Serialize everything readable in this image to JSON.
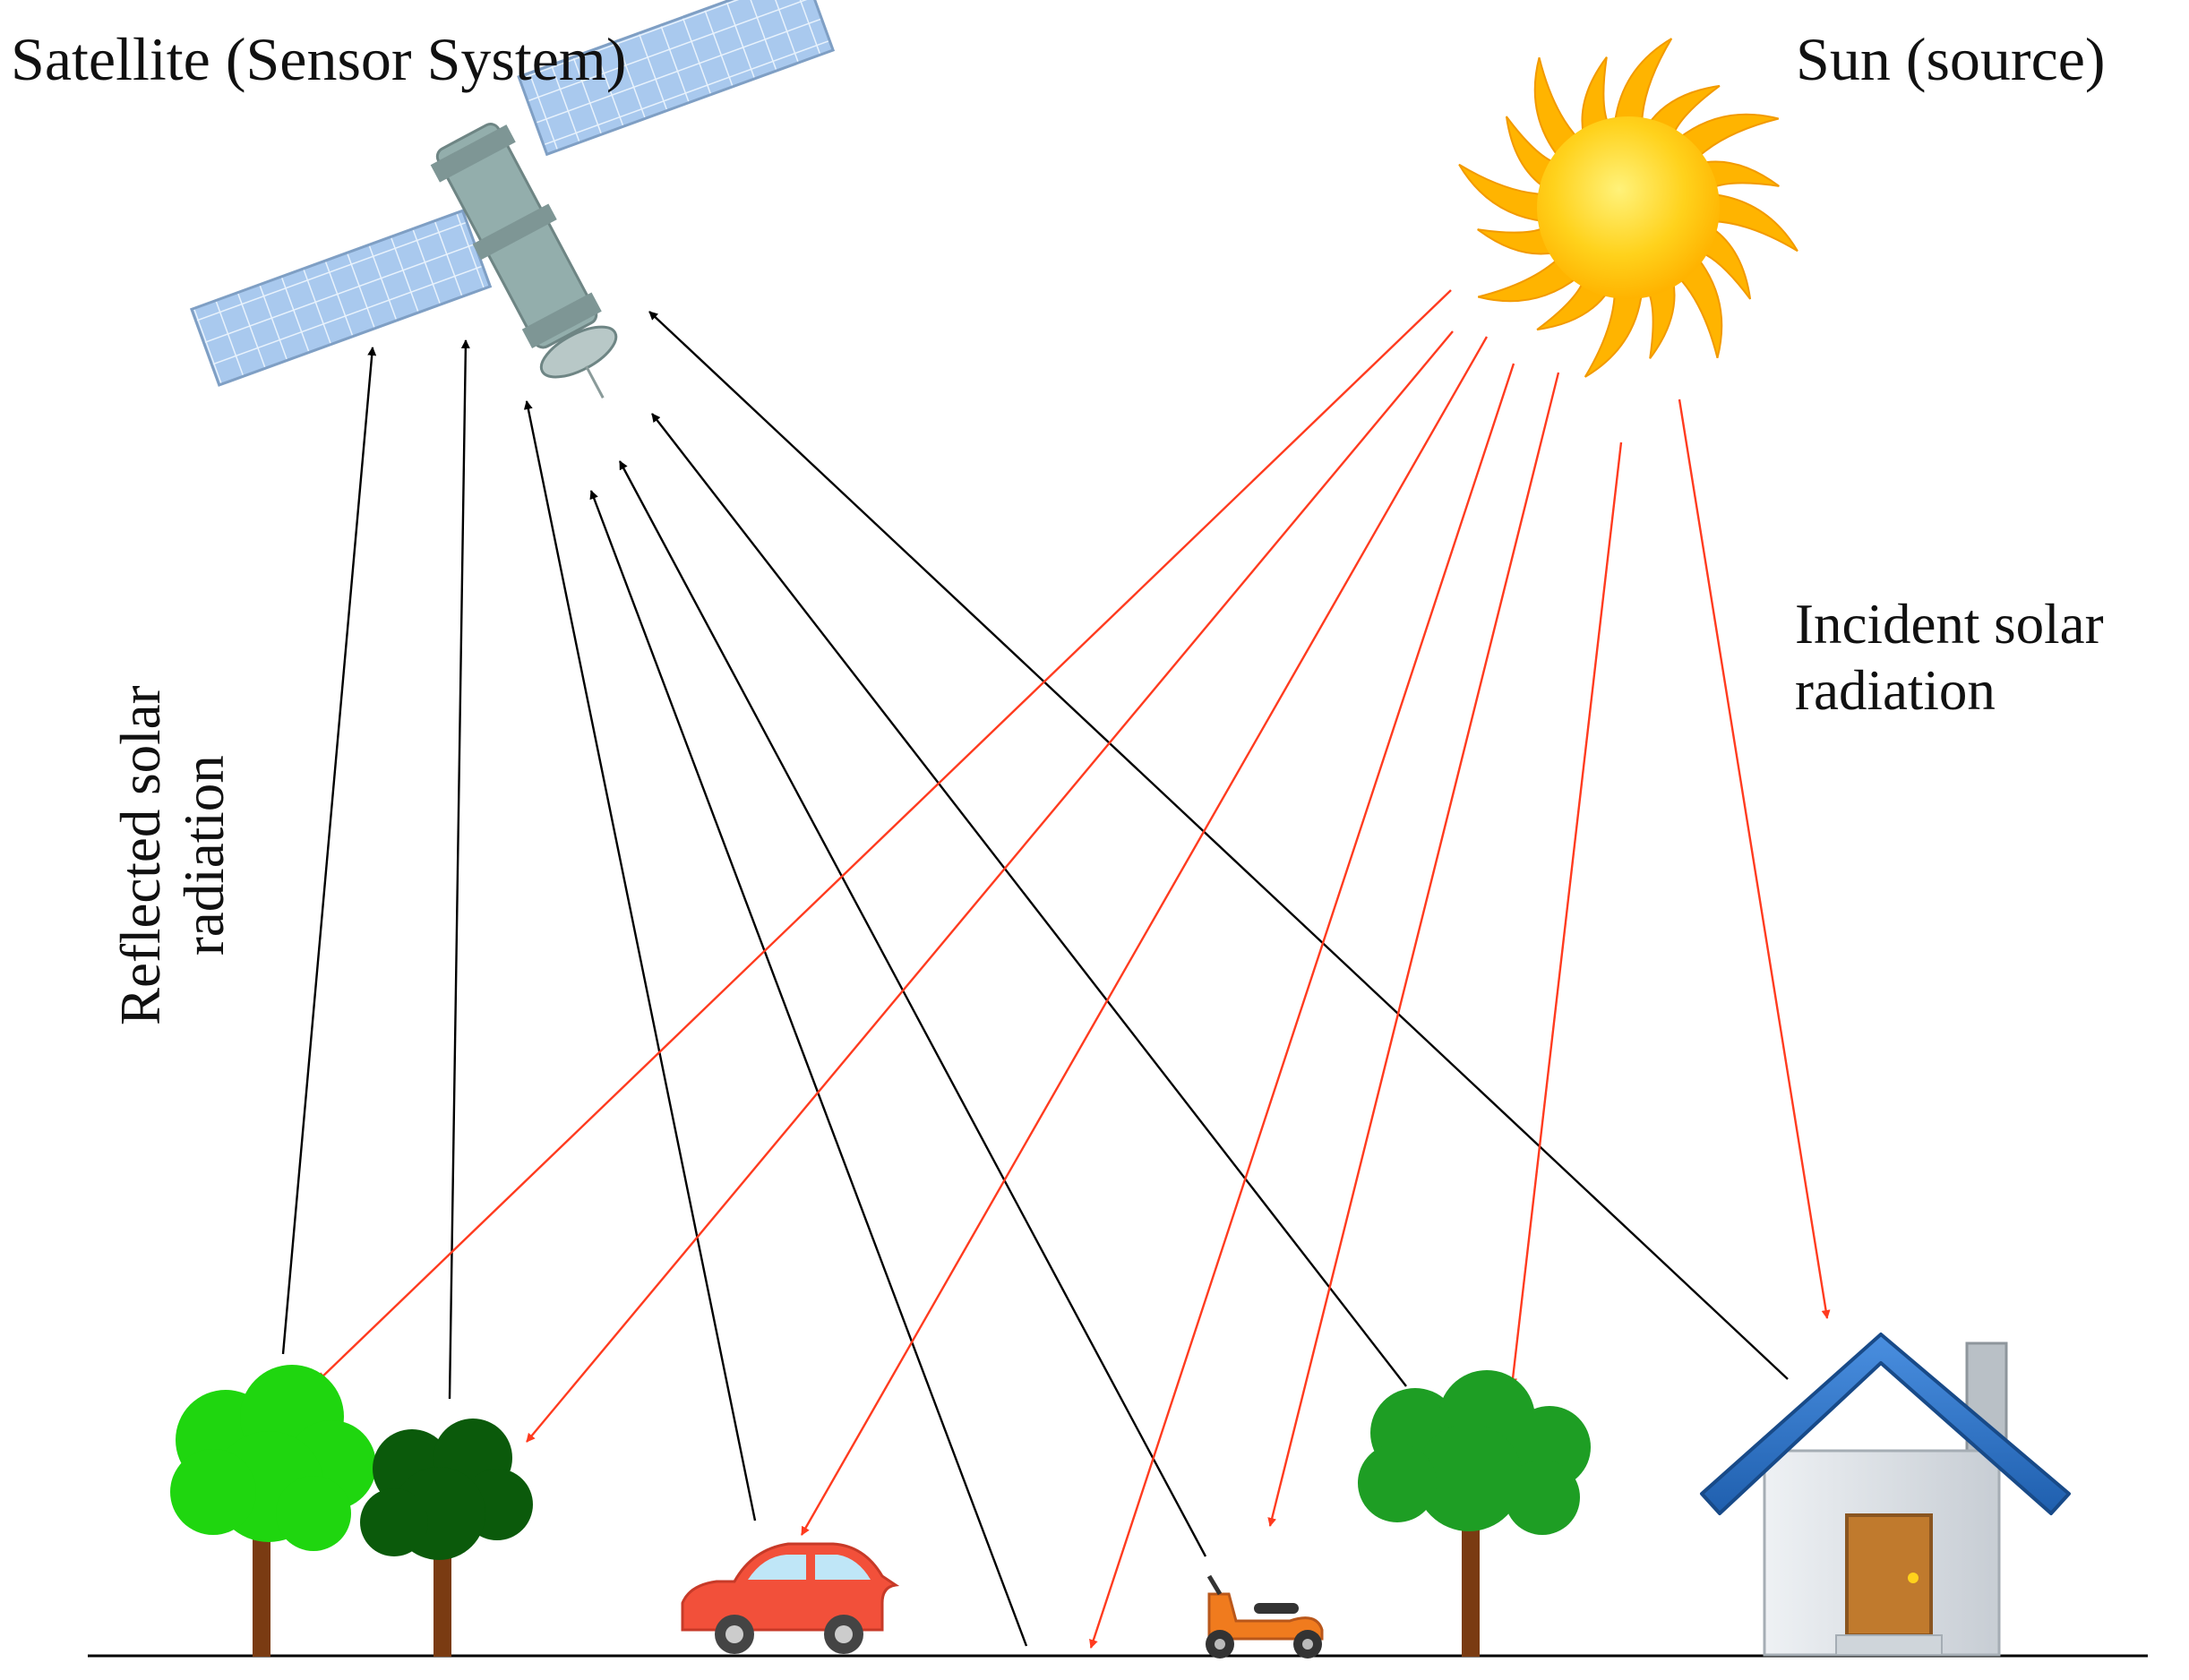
{
  "labels": {
    "satellite": "Satellite (Sensor System)",
    "sun": "Sun (source)",
    "incident_line1": "Incident solar",
    "incident_line2": "radiation",
    "reflected_line1": "Reflected solar",
    "reflected_line2": "radiation"
  },
  "colors": {
    "incident_arrow": "#ff3b1f",
    "reflected_arrow": "#000000",
    "tree_light": "#1fd60f",
    "tree_dark": "#0b5a0b",
    "tree_mid": "#1e9e24",
    "trunk": "#7a3b12",
    "sun_core": "#ffd21c",
    "sun_rays": "#ffb400",
    "house_roof": "#2a6fc4",
    "house_wall": "#d9dee3",
    "house_door": "#c07a2d",
    "car": "#f2503a",
    "scooter": "#f07b1e",
    "solar_panel": "#9bbfe8",
    "satellite_body": "#8fa8a7"
  },
  "icons": [
    "satellite-icon",
    "sun-icon",
    "tree-icon",
    "car-icon",
    "scooter-icon",
    "house-icon"
  ]
}
